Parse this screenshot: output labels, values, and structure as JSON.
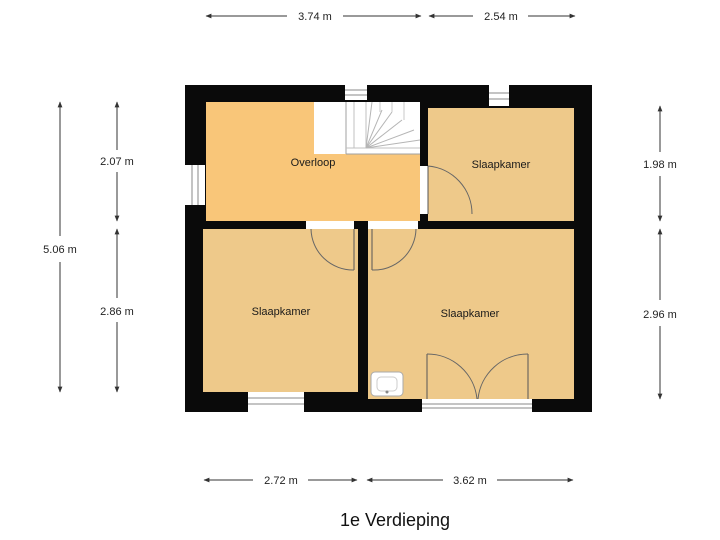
{
  "floor_title": "1e Verdieping",
  "colors": {
    "wall": "#0a0a0a",
    "room": "#eec98a",
    "landing": "#f9c679",
    "stair": "#ffffff",
    "stair_lines": "#b5b5b5",
    "dim_line": "#333333"
  },
  "dimensions": {
    "top_left": "3.74 m",
    "top_right": "2.54 m",
    "bottom_left": "2.72 m",
    "bottom_right": "3.62 m",
    "left_total": "5.06 m",
    "left_upper": "2.07 m",
    "left_lower": "2.86 m",
    "right_upper": "1.98 m",
    "right_lower": "2.96 m"
  },
  "rooms": {
    "landing": "Overloop",
    "bedroom_top_right": "Slaapkamer",
    "bedroom_bottom_left": "Slaapkamer",
    "bedroom_bottom_right": "Slaapkamer"
  }
}
